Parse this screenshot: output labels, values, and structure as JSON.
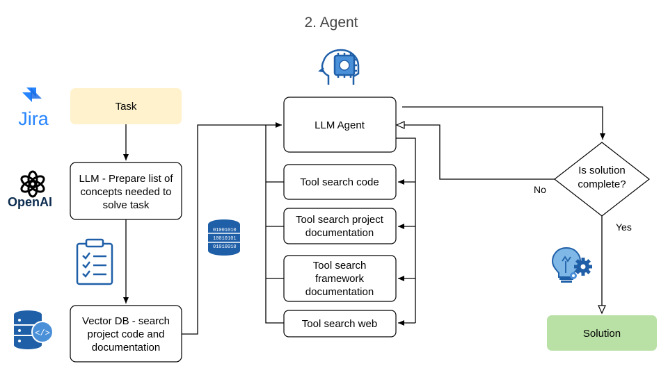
{
  "title": "2. Agent",
  "logos": {
    "jira": "Jira",
    "openai": "OpenAI"
  },
  "icons": [
    "jira-logo-icon",
    "openai-logo-icon",
    "clipboard-checklist-icon",
    "vector-database-icon",
    "binary-database-icon",
    "ai-brain-head-icon",
    "lightbulb-gears-icon"
  ],
  "nodes": {
    "task": {
      "lines": [
        "Task"
      ]
    },
    "llm_prepare": {
      "lines": [
        "LLM - Prepare list of",
        "concepts needed to",
        "solve task"
      ]
    },
    "vector_db": {
      "lines": [
        "Vector DB - search",
        "project code and",
        "documentation"
      ]
    },
    "llm_agent": {
      "lines": [
        "LLM Agent"
      ]
    },
    "tool_code": {
      "lines": [
        "Tool search code"
      ]
    },
    "tool_project_docs": {
      "lines": [
        "Tool search project",
        "documentation"
      ]
    },
    "tool_framework_docs": {
      "lines": [
        "Tool search",
        "framework",
        "documentation"
      ]
    },
    "tool_web": {
      "lines": [
        "Tool search web"
      ]
    },
    "decision": {
      "lines": [
        "Is solution",
        "complete?"
      ]
    },
    "solution": {
      "lines": [
        "Solution"
      ]
    }
  },
  "edge_labels": {
    "no": "No",
    "yes": "Yes"
  },
  "colors": {
    "task_fill": "#fff2cc",
    "solution_fill": "#b9e0a5",
    "icon_blue": "#1f5fa8",
    "jira_blue": "#2684ff",
    "openai_navy": "#0b2b4f",
    "title_gray": "#444444"
  }
}
